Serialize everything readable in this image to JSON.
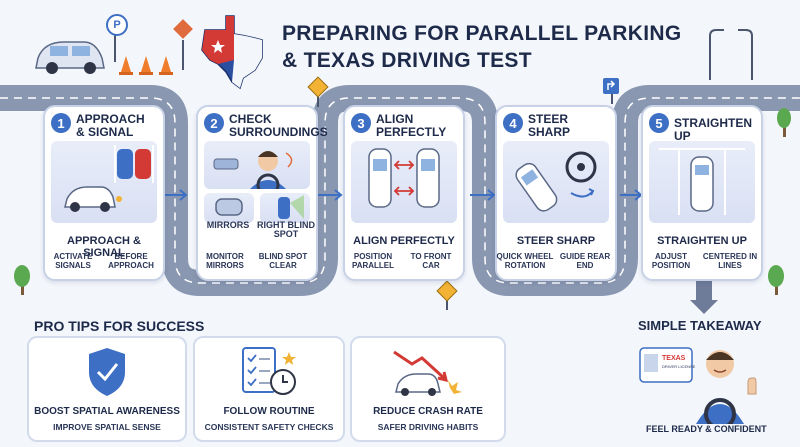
{
  "header": {
    "title_line1": "PREPARING FOR PARALLEL PARKING",
    "title_line2": "& TEXAS DRIVING TEST"
  },
  "steps": [
    {
      "num": "1",
      "title": "APPROACH & SIGNAL",
      "panel_label": "APPROACH & SIGNAL",
      "subs": [
        "ACTIVATE SIGNALS",
        "BEFORE APPROACH"
      ]
    },
    {
      "num": "2",
      "title": "CHECK SURROUNDINGS",
      "panel_labels": [
        "MIRRORS",
        "RIGHT BLIND SPOT"
      ],
      "subs": [
        "MONITOR MIRRORS",
        "BLIND SPOT CLEAR"
      ]
    },
    {
      "num": "3",
      "title": "ALIGN PERFECTLY",
      "panel_label": "ALIGN PERFECTLY",
      "subs": [
        "POSITION PARALLEL",
        "TO FRONT CAR"
      ]
    },
    {
      "num": "4",
      "title": "STEER SHARP",
      "panel_label": "STEER SHARP",
      "subs": [
        "QUICK WHEEL ROTATION",
        "GUIDE REAR END"
      ]
    },
    {
      "num": "5",
      "title": "STRAIGHTEN UP",
      "panel_label": "STRAIGHTEN UP",
      "subs": [
        "ADJUST POSITION",
        "CENTERED IN LINES"
      ]
    }
  ],
  "tips": {
    "title": "PRO TIPS FOR SUCCESS",
    "items": [
      {
        "headline": "BOOST SPATIAL AWARENESS",
        "detail": "IMPROVE SPATIAL SENSE"
      },
      {
        "headline": "FOLLOW ROUTINE",
        "detail": "CONSISTENT SAFETY CHECKS"
      },
      {
        "headline": "REDUCE CRASH RATE",
        "detail": "SAFER DRIVING HABITS"
      }
    ]
  },
  "takeaway": {
    "title": "SIMPLE TAKEAWAY",
    "caption": "FEEL READY & CONFIDENT",
    "license_text": "TEXAS",
    "license_sub": "DRIVER LICENSE"
  },
  "sign_p": "P",
  "colors": {
    "accent": "#3d6fc4",
    "road": "#7f8da8",
    "texas_red": "#d33a35",
    "texas_blue": "#2a4ea0"
  }
}
